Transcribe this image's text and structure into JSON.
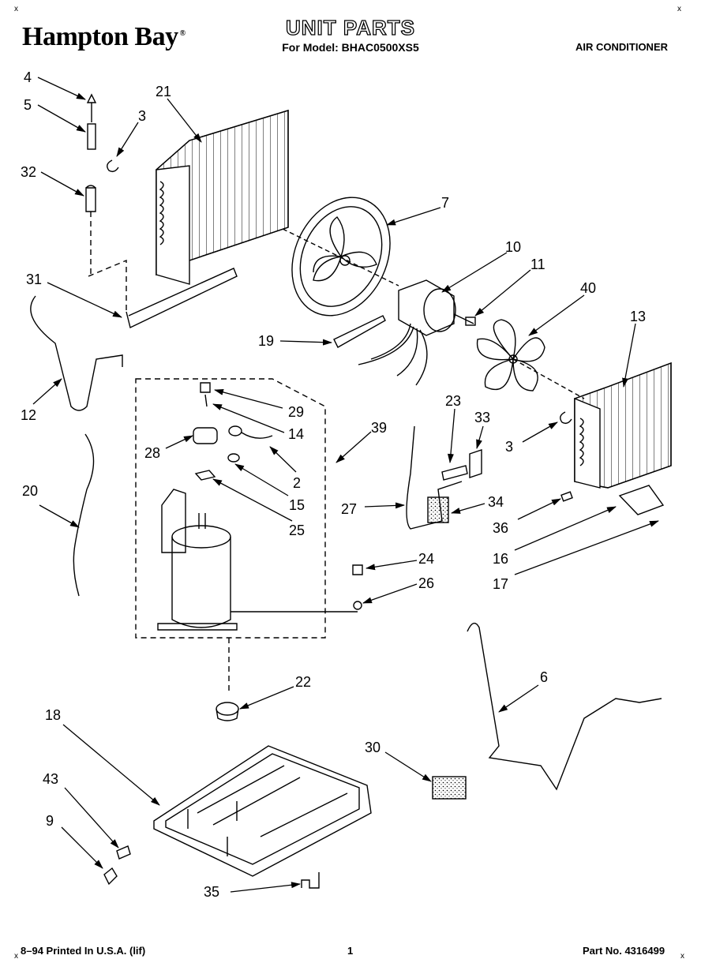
{
  "header": {
    "brand": "Hampton Bay",
    "brand_mark": "®",
    "title": "UNIT PARTS",
    "subtitle": "For Model: BHAC0500XS5",
    "doc_type": "AIR CONDITIONER",
    "corner_mark": "x"
  },
  "callouts": [
    {
      "id": "4",
      "label": "4"
    },
    {
      "id": "5",
      "label": "5"
    },
    {
      "id": "3a",
      "label": "3"
    },
    {
      "id": "21",
      "label": "21"
    },
    {
      "id": "32",
      "label": "32"
    },
    {
      "id": "7",
      "label": "7"
    },
    {
      "id": "10",
      "label": "10"
    },
    {
      "id": "11",
      "label": "11"
    },
    {
      "id": "40",
      "label": "40"
    },
    {
      "id": "13",
      "label": "13"
    },
    {
      "id": "31",
      "label": "31"
    },
    {
      "id": "19",
      "label": "19"
    },
    {
      "id": "12",
      "label": "12"
    },
    {
      "id": "29",
      "label": "29"
    },
    {
      "id": "14",
      "label": "14"
    },
    {
      "id": "39",
      "label": "39"
    },
    {
      "id": "23",
      "label": "23"
    },
    {
      "id": "33",
      "label": "33"
    },
    {
      "id": "3b",
      "label": "3"
    },
    {
      "id": "28",
      "label": "28"
    },
    {
      "id": "2",
      "label": "2"
    },
    {
      "id": "20",
      "label": "20"
    },
    {
      "id": "15",
      "label": "15"
    },
    {
      "id": "27",
      "label": "27"
    },
    {
      "id": "34",
      "label": "34"
    },
    {
      "id": "36",
      "label": "36"
    },
    {
      "id": "25",
      "label": "25"
    },
    {
      "id": "16",
      "label": "16"
    },
    {
      "id": "24",
      "label": "24"
    },
    {
      "id": "17",
      "label": "17"
    },
    {
      "id": "26",
      "label": "26"
    },
    {
      "id": "6",
      "label": "6"
    },
    {
      "id": "22",
      "label": "22"
    },
    {
      "id": "18",
      "label": "18"
    },
    {
      "id": "30",
      "label": "30"
    },
    {
      "id": "43",
      "label": "43"
    },
    {
      "id": "9",
      "label": "9"
    },
    {
      "id": "35",
      "label": "35"
    }
  ],
  "footer": {
    "left": "8–94 Printed In U.S.A. (lif)",
    "page": "1",
    "part_no": "Part No. 4316499"
  }
}
